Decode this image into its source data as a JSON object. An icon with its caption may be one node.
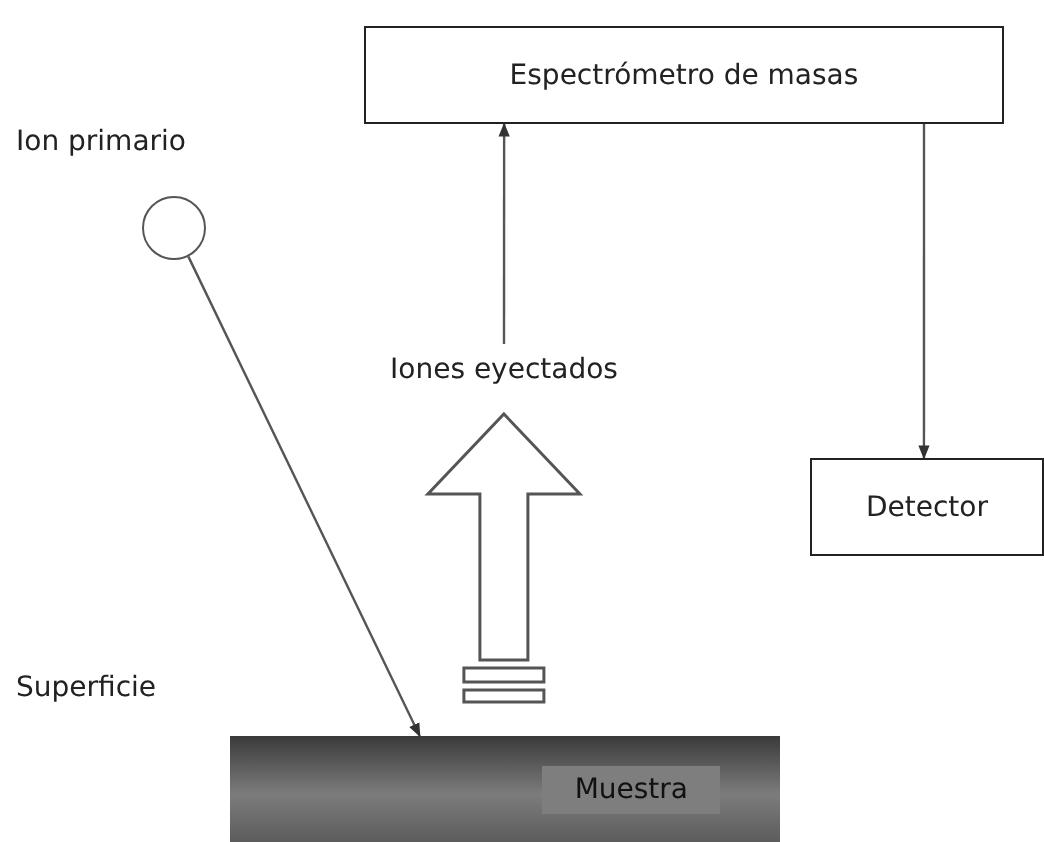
{
  "diagram": {
    "nodes": [
      {
        "text": [],
        "shape": "circle"
      },
      {
        "text": [
          "Espectrómetro de masas"
        ]
      },
      {
        "text": [
          "Detector"
        ]
      },
      {
        "text": [
          "Muestra"
        ]
      },
      {
        "text": [
          "Iones eyectados"
        ]
      }
    ],
    "edges": [
      {
        "from": 0,
        "to": 3,
        "arrow": "to"
      },
      {
        "from": 3,
        "to": 4,
        "arrow": "to",
        "style": "thick"
      },
      {
        "from": 4,
        "to": 1,
        "arrow": "to"
      },
      {
        "from": 1,
        "to": 2,
        "arrow": "to"
      }
    ],
    "labels": [
      "Ion primario",
      "Superficie"
    ]
  }
}
